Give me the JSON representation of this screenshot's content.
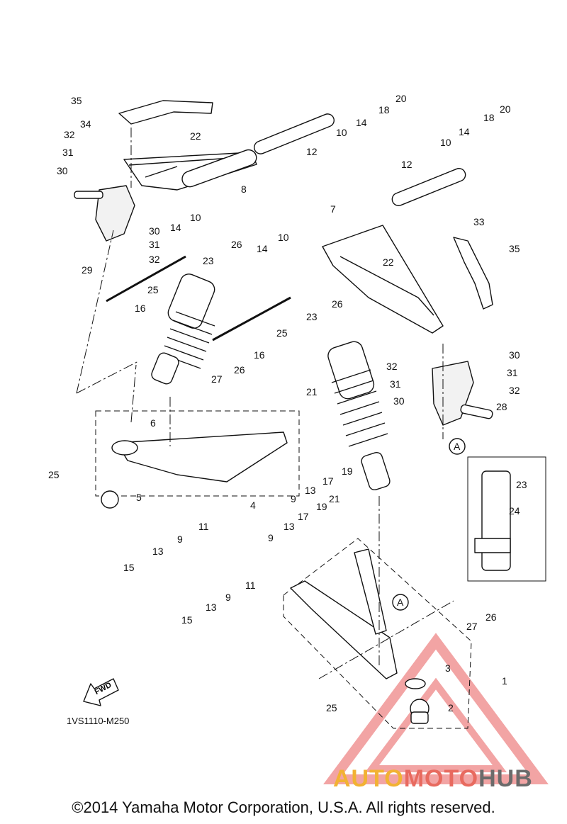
{
  "diagram": {
    "callouts": [
      {
        "n": "1"
      },
      {
        "n": "2"
      },
      {
        "n": "3"
      },
      {
        "n": "4"
      },
      {
        "n": "5"
      },
      {
        "n": "6"
      },
      {
        "n": "7"
      },
      {
        "n": "8"
      },
      {
        "n": "9"
      },
      {
        "n": "10"
      },
      {
        "n": "11"
      },
      {
        "n": "12"
      },
      {
        "n": "13"
      },
      {
        "n": "14"
      },
      {
        "n": "15"
      },
      {
        "n": "16"
      },
      {
        "n": "17"
      },
      {
        "n": "18"
      },
      {
        "n": "19"
      },
      {
        "n": "20"
      },
      {
        "n": "21"
      },
      {
        "n": "22"
      },
      {
        "n": "23"
      },
      {
        "n": "24"
      },
      {
        "n": "25"
      },
      {
        "n": "26"
      },
      {
        "n": "27"
      },
      {
        "n": "28"
      },
      {
        "n": "29"
      },
      {
        "n": "30"
      },
      {
        "n": "31"
      },
      {
        "n": "32"
      },
      {
        "n": "33"
      },
      {
        "n": "34"
      },
      {
        "n": "35"
      }
    ],
    "reference_marker": "A",
    "fwd_label": "FWD",
    "diagram_code": "1VS1110-M250"
  },
  "footer": {
    "copyright": "©2014 Yamaha Motor Corporation, U.S.A. All rights reserved."
  },
  "watermark": {
    "part1": "AUTO",
    "part2": "MOTO",
    "part3": "HUB",
    "colors": {
      "auto": "#f2b233",
      "moto": "#e86a5f",
      "hub": "#6b6b6b",
      "triangle": "#e85a5a"
    }
  }
}
